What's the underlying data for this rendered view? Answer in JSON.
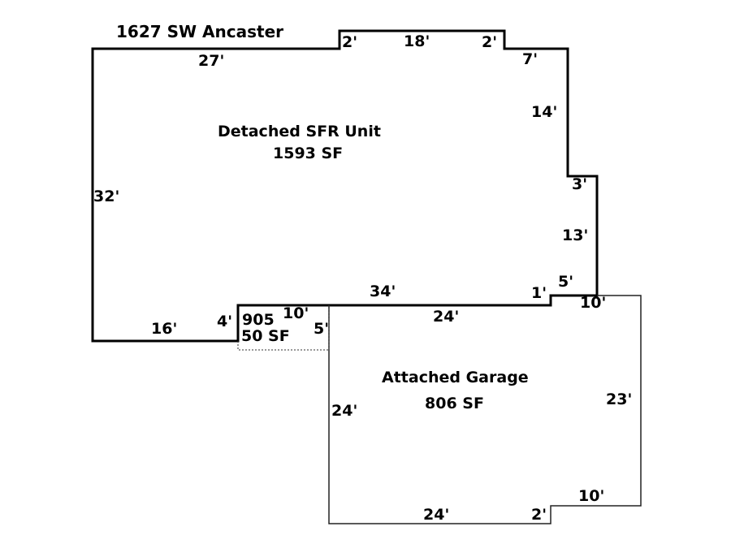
{
  "address": "1627 SW Ancaster",
  "areas": {
    "main": {
      "name": "Detached SFR Unit",
      "size": "1593 SF"
    },
    "garage": {
      "name": "Attached Garage",
      "size": "806 SF"
    },
    "small": {
      "code": "905",
      "size": "50 SF"
    }
  },
  "dimensions": {
    "top_left": "27'",
    "bump_left": "2'",
    "bump_top": "18'",
    "bump_right": "2'",
    "top_right": "7'",
    "right_upper": "14'",
    "right_step": "3'",
    "right_lower": "13'",
    "right_short": "5'",
    "notch": "1'",
    "bottom_main": "34'",
    "left": "32'",
    "bottom_left": "16'",
    "small_left": "4'",
    "small_top": "10'",
    "small_right": "5'",
    "garage_top": "24'",
    "garage_top_right": "10'",
    "garage_right": "23'",
    "garage_left": "24'",
    "garage_bottom": "24'",
    "garage_step": "2'",
    "garage_bottom_right": "10'"
  }
}
